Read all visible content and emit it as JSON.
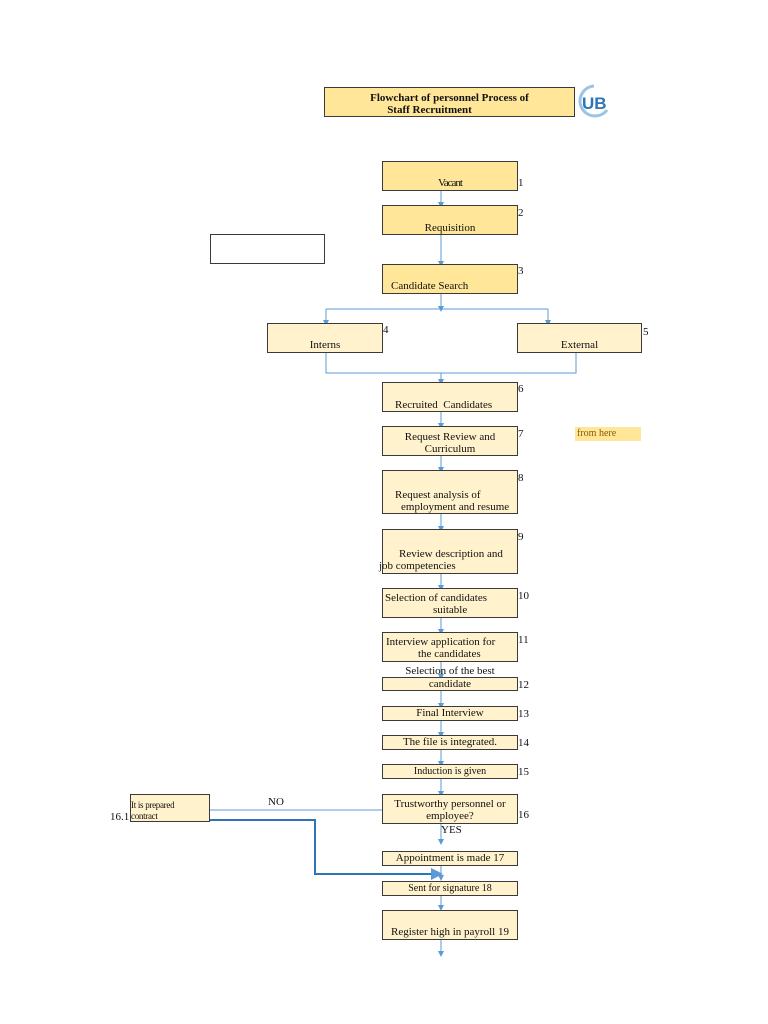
{
  "title": {
    "line1": "Flowchart of personnel Process of",
    "line2": "Staff Recruitment"
  },
  "logo": {
    "text": "UB"
  },
  "note": "from here",
  "steps": {
    "s1": {
      "label": "Vacant",
      "num": "1"
    },
    "s2": {
      "label": "Requisition",
      "num": "2"
    },
    "s3": {
      "label": "Candidate Search",
      "num": "3"
    },
    "s4": {
      "label": "Interns",
      "num": "4"
    },
    "s5": {
      "label": "External",
      "num": "5"
    },
    "s6": {
      "label": "Recruited  Candidates",
      "num": "6"
    },
    "s7": {
      "line1": "Request Review and",
      "line2": "Curriculum",
      "num": "7"
    },
    "s8": {
      "line1": "Request analysis of",
      "line2": "employment and resume",
      "num": "8"
    },
    "s9": {
      "line1": "Review description and",
      "line2": "job competencies",
      "num": "9"
    },
    "s10": {
      "line1": "Selection of candidates",
      "line2": "suitable",
      "num": "10"
    },
    "s11": {
      "line1": "Interview application for",
      "line2": "the candidates",
      "num": "11"
    },
    "s12": {
      "line1": "Selection of the best",
      "line2": "candidate",
      "num": "12"
    },
    "s13": {
      "label": "Final Interview",
      "num": "13"
    },
    "s14": {
      "label": "The file is integrated.",
      "num": "14"
    },
    "s15": {
      "label": "Induction is given",
      "num": "15"
    },
    "s16": {
      "line1": "Trustworthy personnel or",
      "line2": "employee?",
      "num": "16"
    },
    "s161": {
      "line1": "It is prepared",
      "line2": "contract",
      "num": "16.1"
    },
    "s17": {
      "label": "Appointment is made 17"
    },
    "s18": {
      "label": "Sent for signature 18"
    },
    "s19": {
      "label": "Register high in payroll 19"
    }
  },
  "decisions": {
    "no": "NO",
    "yes": "YES"
  },
  "colors": {
    "box_fill": "#fff2cc",
    "header_fill": "#ffe699",
    "connector": "#5b9bd5",
    "logo_blue": "#2e75b6"
  }
}
